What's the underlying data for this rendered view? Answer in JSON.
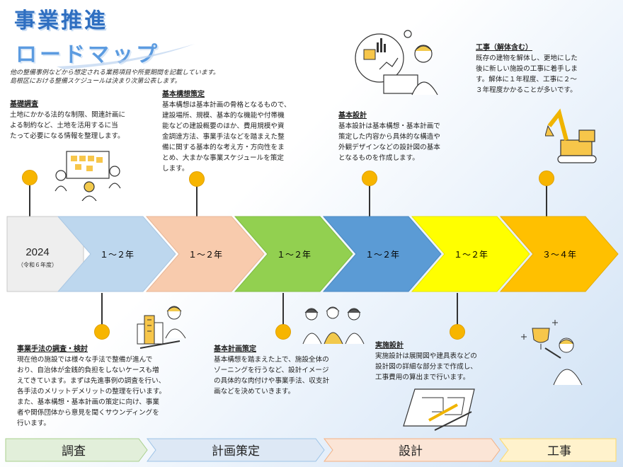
{
  "title": {
    "line1": "事業推進",
    "line2": "ロードマップ"
  },
  "notes": {
    "line1": "他の整備事例などから想定される業務項目や所要期間を記載しています。",
    "line2": "島根区における整備スケジュールは決まり次第公表します。"
  },
  "timeline": {
    "start_year": "2024",
    "start_sub": "（令和６年度）",
    "durations": [
      "１～２年",
      "１～２年",
      "１～２年",
      "１～２年",
      "１～２年",
      "３～４年"
    ],
    "colors": [
      "#eeeeee",
      "#bdd7ee",
      "#f8cbad",
      "#92d050",
      "#5b9bd5",
      "#ffff00",
      "#ffc000"
    ]
  },
  "steps_top": [
    {
      "heading": "基礎調査",
      "lines": [
        "土地にかかる法的な制限、関連計画に",
        "よる制約など、土地を活用するに当",
        "たって必要になる情報を整理します。"
      ]
    },
    {
      "heading": "基本構想策定",
      "lines": [
        "基本構想は基本計画の骨格となるもので、",
        "建設場所、規模、基本的な機能や付帯機",
        "能などの建設概要のほか、費用規模や資",
        "金調達方法、事業手法などを踏まえた整",
        "備に関する基本的な考え方・方向性をま",
        "とめ、大まかな事業スケジュールを策定",
        "します。"
      ]
    },
    {
      "heading": "基本設計",
      "lines": [
        "基本設計は基本構想・基本計画で",
        "策定した内容から具体的な構造や",
        "外観デザインなどの設計図の基本",
        "となるものを作成します。"
      ]
    },
    {
      "heading": "工事（解体含む）",
      "lines": [
        "既存の建物を解体し、更地にした",
        "後に新しい施設の工事に着手しま",
        "す。解体に１年程度、工事に２～",
        "３年程度かかることが多いです。"
      ]
    }
  ],
  "steps_bottom": [
    {
      "heading": "事業手法の調査・検討",
      "lines": [
        "現在他の施設では様々な手法で整備が進んで",
        "おり、自治体が金銭的負担をしないケースも増",
        "えてきています。まずは先進事例の調査を行い、",
        "各手法のメリットデメリットの整理を行います。",
        "また、基本構想・基本計画の策定に向け、事業",
        "者や関係団体から意見を聞くサウンディングを",
        "行います。"
      ]
    },
    {
      "heading": "基本計画策定",
      "lines": [
        "基本構想を踏まえた上で、施設全体の",
        "ゾーニングを行うなど、設計イメージ",
        "の具体的な肉付けや事業手法、収支計",
        "画などを決めていきます。"
      ]
    },
    {
      "heading": "実施設計",
      "lines": [
        "実施設計は展開図や建具表などの",
        "設計図の詳細な部分まで作成し、",
        "工事費用の算出まで行います。"
      ]
    }
  ],
  "phases": [
    {
      "label": "調査",
      "color": "#e2efda"
    },
    {
      "label": "計画策定",
      "color": "#dde8f5"
    },
    {
      "label": "設計",
      "color": "#fbe5d6"
    },
    {
      "label": "工事",
      "color": "#fff2cc"
    }
  ]
}
